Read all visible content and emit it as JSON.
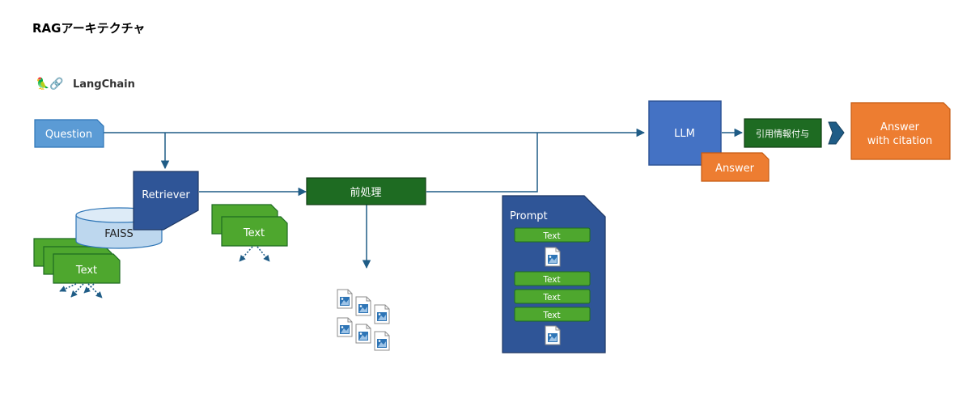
{
  "title": "RAGアーキテクチャ",
  "logo": {
    "text": "LangChain",
    "glyph": "🦜🔗"
  },
  "nodes": {
    "question": "Question",
    "retriever": "Retriever",
    "faiss": "FAISS",
    "text_stack_left": "Text",
    "text_stack_middle": "Text",
    "preprocess": "前処理",
    "prompt": "Prompt",
    "prompt_items": [
      "Text",
      "Text",
      "Text",
      "Text"
    ],
    "llm": "LLM",
    "answer": "Answer",
    "citation_step": "引用情報付与",
    "final": {
      "line1": "Answer",
      "line2": "with citation"
    }
  },
  "colors": {
    "question": "#5b9bd5",
    "retriever": "#2f5597",
    "faiss": "#bdd7ee",
    "text_green": "#4ea72e",
    "dark_green": "#1e6b22",
    "prompt": "#2f5597",
    "llm": "#4472c4",
    "orange": "#ed7d31",
    "arrow": "#1f5c86"
  }
}
